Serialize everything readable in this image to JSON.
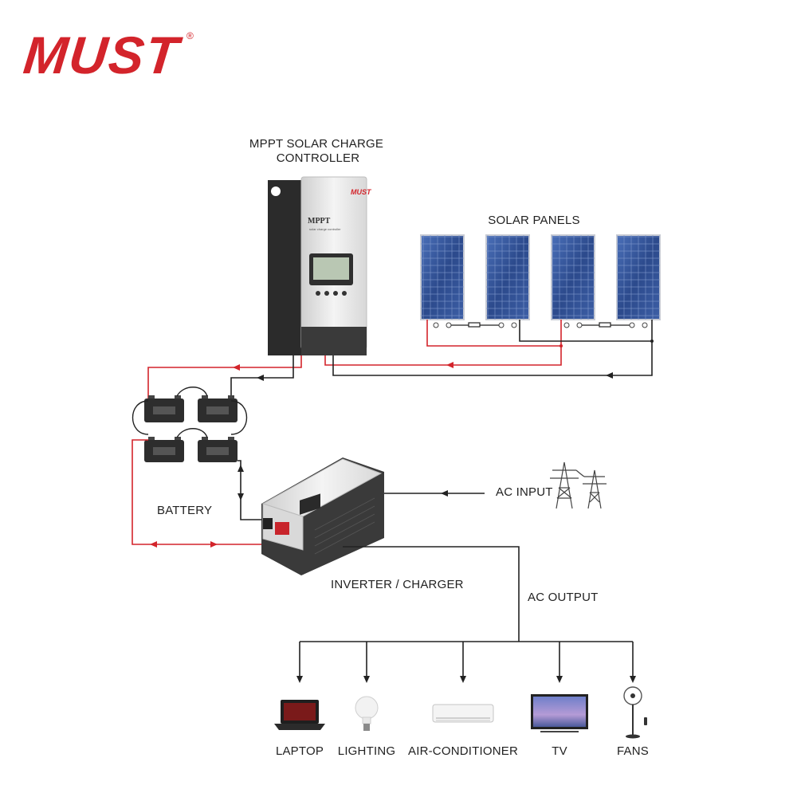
{
  "brand": {
    "logo_text": "MUST",
    "registered_mark": "®",
    "color": "#d3242b"
  },
  "labels": {
    "controller_line1": "MPPT SOLAR CHARGE",
    "controller_line2": "CONTROLLER",
    "solar_panels": "SOLAR PANELS",
    "battery": "BATTERY",
    "ac_input": "AC INPUT",
    "inverter": "INVERTER / CHARGER",
    "ac_output": "AC OUTPUT"
  },
  "controller_device": {
    "brand_text": "MUST",
    "model_text": "MPPT",
    "subtitle_text": "solar charge controller"
  },
  "loads": [
    {
      "label": "LAPTOP",
      "icon": "laptop-icon"
    },
    {
      "label": "LIGHTING",
      "icon": "light-bulb-icon"
    },
    {
      "label": "AIR-CONDITIONER",
      "icon": "air-conditioner-icon"
    },
    {
      "label": "TV",
      "icon": "tv-icon"
    },
    {
      "label": "FANS",
      "icon": "fan-icon"
    }
  ],
  "colors": {
    "positive_wire": "#d3242b",
    "negative_wire": "#222222",
    "panel_blue": "#2f4d8f",
    "device_silver": "#e7e7e7",
    "device_dark": "#3a3a3a"
  }
}
